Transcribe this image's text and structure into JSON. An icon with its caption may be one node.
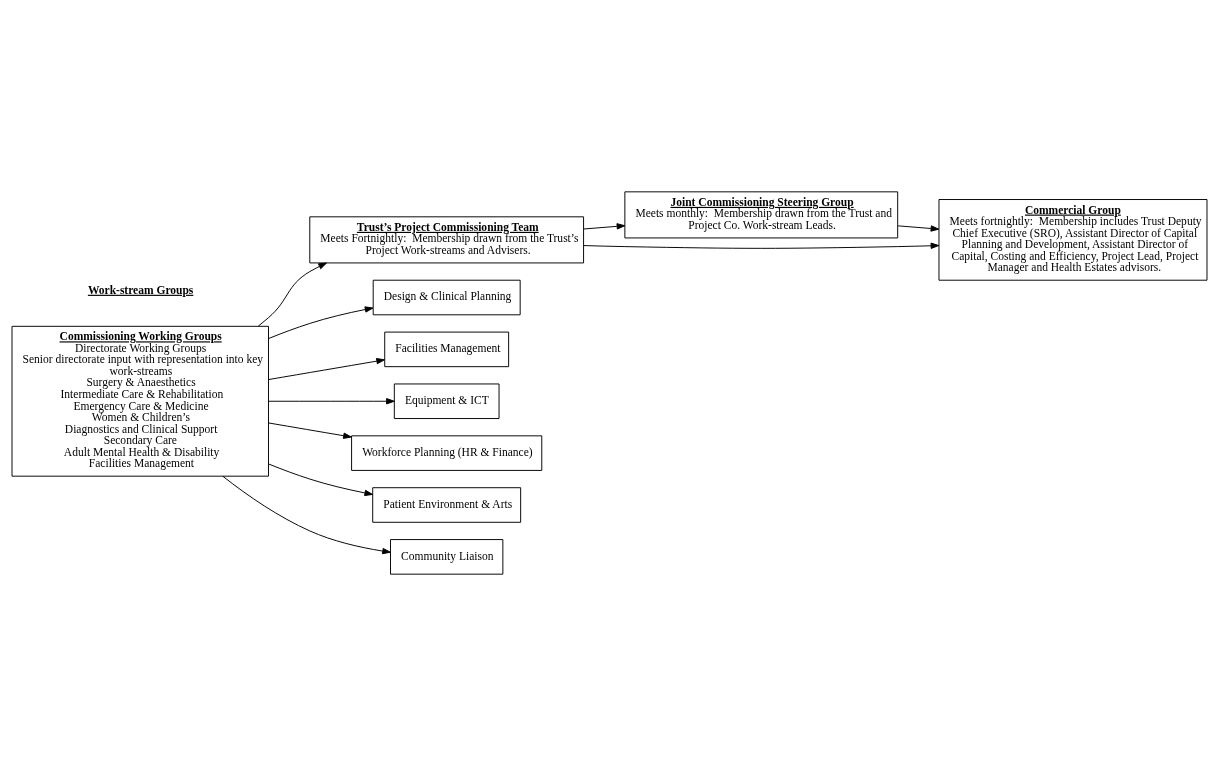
{
  "diagram": {
    "nodes": [
      {
        "text": [
          "Joint Commissioning Steering Group",
          "Meets monthly:  Membership drawn from the Trust and Project Co. Work-stream Leads."
        ]
      },
      {
        "text": [
          "Commercial Group",
          "Meets fortnightly:  Membership includes Trust Deputy Chief Executive (SRO), Assistant Director of Capital Planning and Development, Assistant Director of Capital, Costing and Efficiency, Project Lead, Project Manager and Health Estates advisors."
        ]
      },
      {
        "text": [
          "Trust’s Project Commissioning Team",
          "Meets Fortnightly:  Membership drawn from the Trust’s Project Work-streams and Advisers."
        ]
      },
      {
        "text": [
          "Commissioning Working Groups",
          "Directorate Working Groups",
          "Senior directorate input with representation into key work-streams",
          "Surgery & Anaesthetics",
          "Intermediate Care & Rehabilitation",
          "Emergency Care & Medicine",
          "Women & Children’s",
          "Diagnostics and Clinical Support",
          "Secondary Care",
          "Adult Mental Health & Disability",
          "Facilities Management"
        ]
      },
      {
        "text": [
          "Design & Clinical Planning"
        ]
      },
      {
        "text": [
          "Facilities Management"
        ]
      },
      {
        "text": [
          "Equipment & ICT"
        ]
      },
      {
        "text": [
          "Workforce Planning (HR & Finance)"
        ]
      },
      {
        "text": [
          "Patient Environment & Arts"
        ]
      },
      {
        "text": [
          "Community Liaison"
        ]
      }
    ],
    "edges": [
      {
        "from": 2,
        "to": 0,
        "arrow": "to"
      },
      {
        "from": 0,
        "to": 1,
        "arrow": "to"
      },
      {
        "from": 2,
        "to": 1,
        "arrow": "to"
      },
      {
        "from": 3,
        "to": 2,
        "arrow": "to"
      },
      {
        "from": 3,
        "to": 4,
        "arrow": "to"
      },
      {
        "from": 3,
        "to": 5,
        "arrow": "to"
      },
      {
        "from": 3,
        "to": 6,
        "arrow": "to"
      },
      {
        "from": 3,
        "to": 7,
        "arrow": "to"
      },
      {
        "from": 3,
        "to": 8,
        "arrow": "to"
      },
      {
        "from": 3,
        "to": 9,
        "arrow": "to"
      }
    ],
    "labels": [
      "Work-stream Groups"
    ]
  }
}
